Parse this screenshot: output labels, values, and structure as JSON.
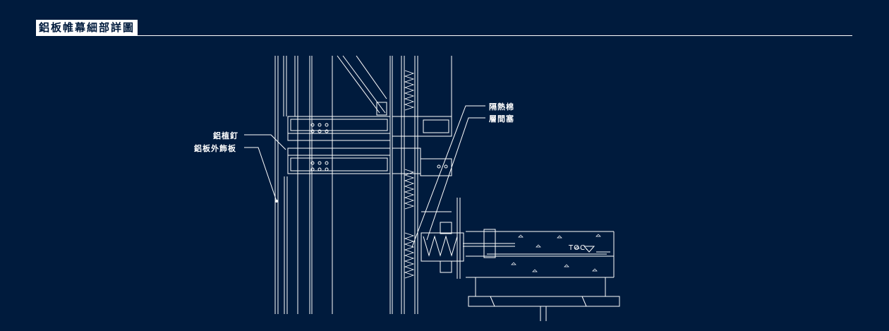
{
  "title": "鋁板帷幕細部詳圖",
  "labels": {
    "rivet": "鋁植釘",
    "panel": "鋁板外飾板",
    "insulation": "隔熱棉",
    "firestop": "層間塞",
    "toc": "TOC."
  },
  "colors": {
    "background": "#001b3d",
    "line": "#ffffff"
  }
}
